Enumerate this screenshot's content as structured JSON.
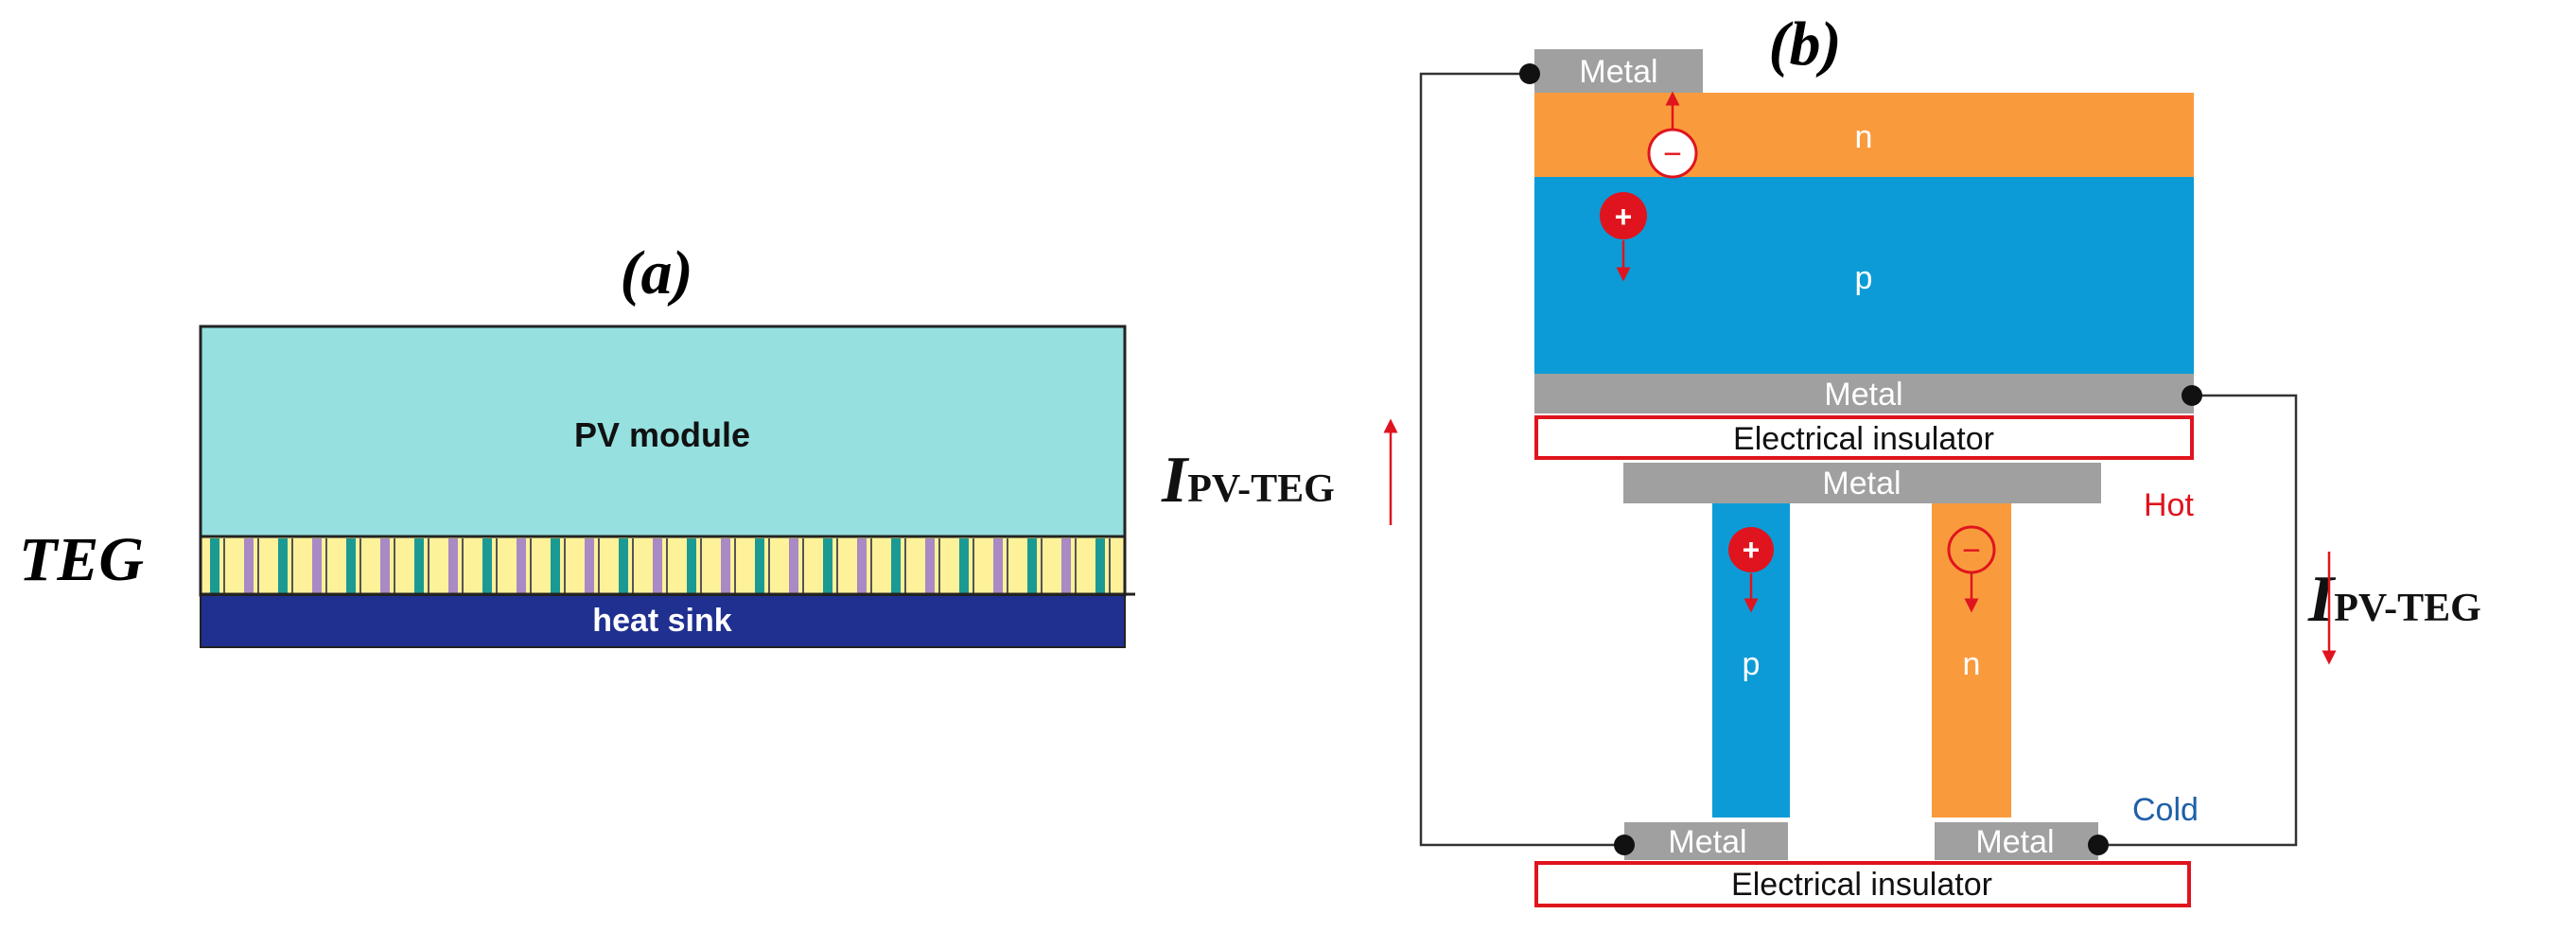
{
  "panel_a": {
    "label": "(a)",
    "pv_module": "PV module",
    "teg_label": "TEG",
    "heat_sink": "heat sink"
  },
  "panel_b": {
    "label": "(b)",
    "metal": "Metal",
    "n_label": "n",
    "p_label": "p",
    "insulator": "Electrical insulator",
    "hot": "Hot",
    "cold": "Cold",
    "current_I": "I",
    "current_sub": "PV-TEG",
    "plus": "+",
    "minus": "−"
  },
  "colors": {
    "pv_module": "#96e0e0",
    "teg_leg": "#fdf199",
    "teg_teal": "#1b9a94",
    "teg_purple": "#a98ac4",
    "heat_sink": "#203090",
    "n_type": "#f99b3d",
    "p_type": "#0c9bd6",
    "metal": "#a0a0a0",
    "red": "#e0141e",
    "cold_blue": "#1f5fa8"
  }
}
